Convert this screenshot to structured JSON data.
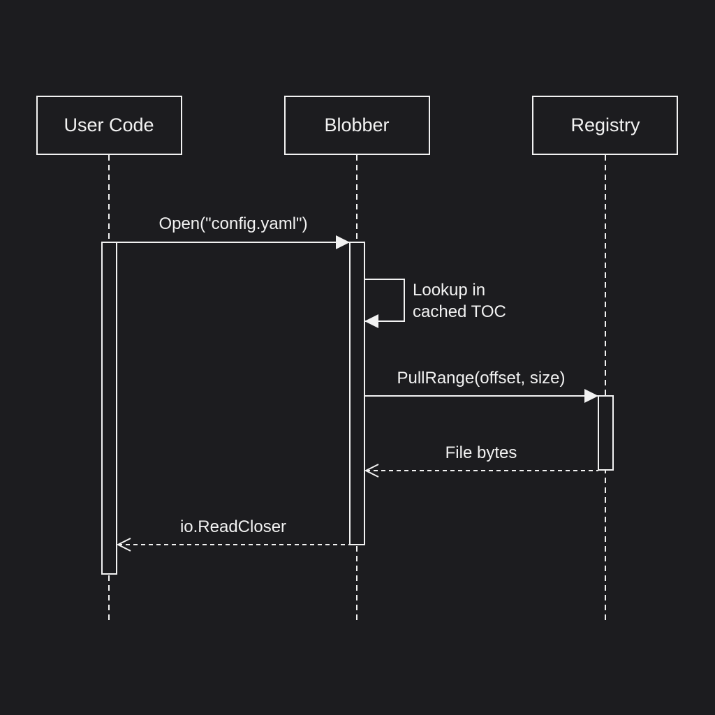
{
  "diagram": {
    "type": "sequence",
    "participants": [
      {
        "id": "user",
        "name": "User Code"
      },
      {
        "id": "blobber",
        "name": "Blobber"
      },
      {
        "id": "registry",
        "name": "Registry"
      }
    ],
    "messages": [
      {
        "id": "open",
        "from": "user",
        "to": "blobber",
        "kind": "sync",
        "label": "Open(\"config.yaml\")"
      },
      {
        "id": "lookup",
        "from": "blobber",
        "to": "blobber",
        "kind": "self",
        "label_lines": [
          "Lookup in",
          "cached TOC"
        ]
      },
      {
        "id": "pullrange",
        "from": "blobber",
        "to": "registry",
        "kind": "sync",
        "label": "PullRange(offset, size)"
      },
      {
        "id": "filebytes",
        "from": "registry",
        "to": "blobber",
        "kind": "return",
        "label": "File bytes"
      },
      {
        "id": "readcloser",
        "from": "blobber",
        "to": "user",
        "kind": "return",
        "label": "io.ReadCloser"
      }
    ],
    "colors": {
      "background": "#1c1c1f",
      "stroke": "#f2f2f2",
      "text": "#f2f2f2"
    }
  }
}
